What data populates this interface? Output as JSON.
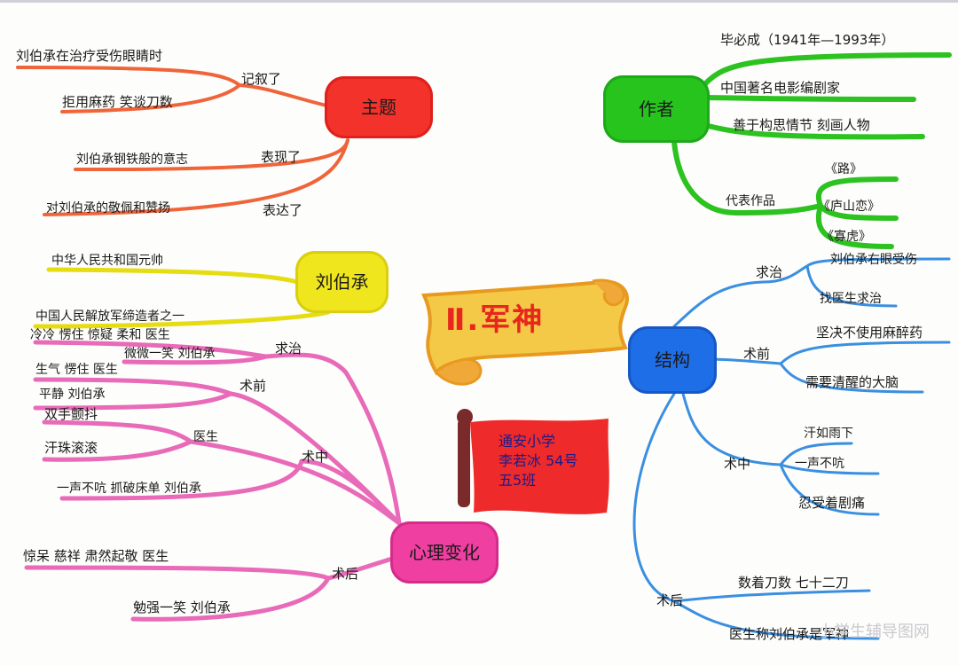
{
  "center": {
    "title": "军神"
  },
  "flag": {
    "school": "通安小学",
    "student": "李若冰 54号",
    "class": "五5班"
  },
  "theme": {
    "label": "主题",
    "b1": {
      "connector": "记叙了",
      "leaf1": "刘伯承在治疗受伤眼睛时",
      "leaf2": "拒用麻药 笑谈刀数"
    },
    "b2": {
      "connector": "表现了",
      "leaf": "刘伯承钢铁般的意志"
    },
    "b3": {
      "connector": "表达了",
      "leaf": "对刘伯承的敬佩和赞扬"
    }
  },
  "author": {
    "label": "作者",
    "items": [
      "毕必成（1941年—1993年）",
      "中国著名电影编剧家",
      "善于构思情节 刻画人物"
    ],
    "works_label": "代表作品",
    "works": [
      "《路》",
      "《庐山恋》",
      "《寡虎》"
    ]
  },
  "liu": {
    "label": "刘伯承",
    "items": [
      "中华人民共和国元帅",
      "中国人民解放军缔造者之一"
    ]
  },
  "structure": {
    "label": "结构",
    "qiuzhi": {
      "label": "求治",
      "items": [
        "刘伯承右眼受伤",
        "找医生求治"
      ]
    },
    "shuqian": {
      "label": "术前",
      "items": [
        "坚决不使用麻醉药",
        "需要清醒的大脑"
      ]
    },
    "shuzhong": {
      "label": "术中",
      "items": [
        "汗如雨下",
        "一声不吭",
        "忍受着剧痛"
      ]
    },
    "shuhou": {
      "label": "术后",
      "items": [
        "数着刀数 七十二刀",
        "医生称刘伯承是军神"
      ]
    }
  },
  "psych": {
    "label": "心理变化",
    "qiuzhi": {
      "label": "求治",
      "doctor": "冷冷 愣住 惊疑 柔和 医生",
      "liu": "微微一笑 刘伯承"
    },
    "shuqian": {
      "label": "术前",
      "doctor": "生气 愣住 医生",
      "liu": "平静 刘伯承"
    },
    "shuzhong": {
      "label": "术中",
      "doctor_label": "医生",
      "doctor1": "双手颤抖",
      "doctor2": "汗珠滚滚",
      "liu": "一声不吭 抓破床单 刘伯承"
    },
    "shuhou": {
      "label": "术后",
      "doctor": "惊呆 慈祥 肃然起敬 医生",
      "liu": "勉强一笑 刘伯承"
    }
  },
  "watermark": "小学生辅导图网",
  "colors": {
    "theme": "#f2322b",
    "author": "#27c41e",
    "liu": "#f0e61d",
    "structure": "#1e6ee8",
    "psych": "#ef3fa0",
    "title": "#e8261d",
    "scroll": "#f4c948",
    "flag": "#ef2a2a"
  }
}
